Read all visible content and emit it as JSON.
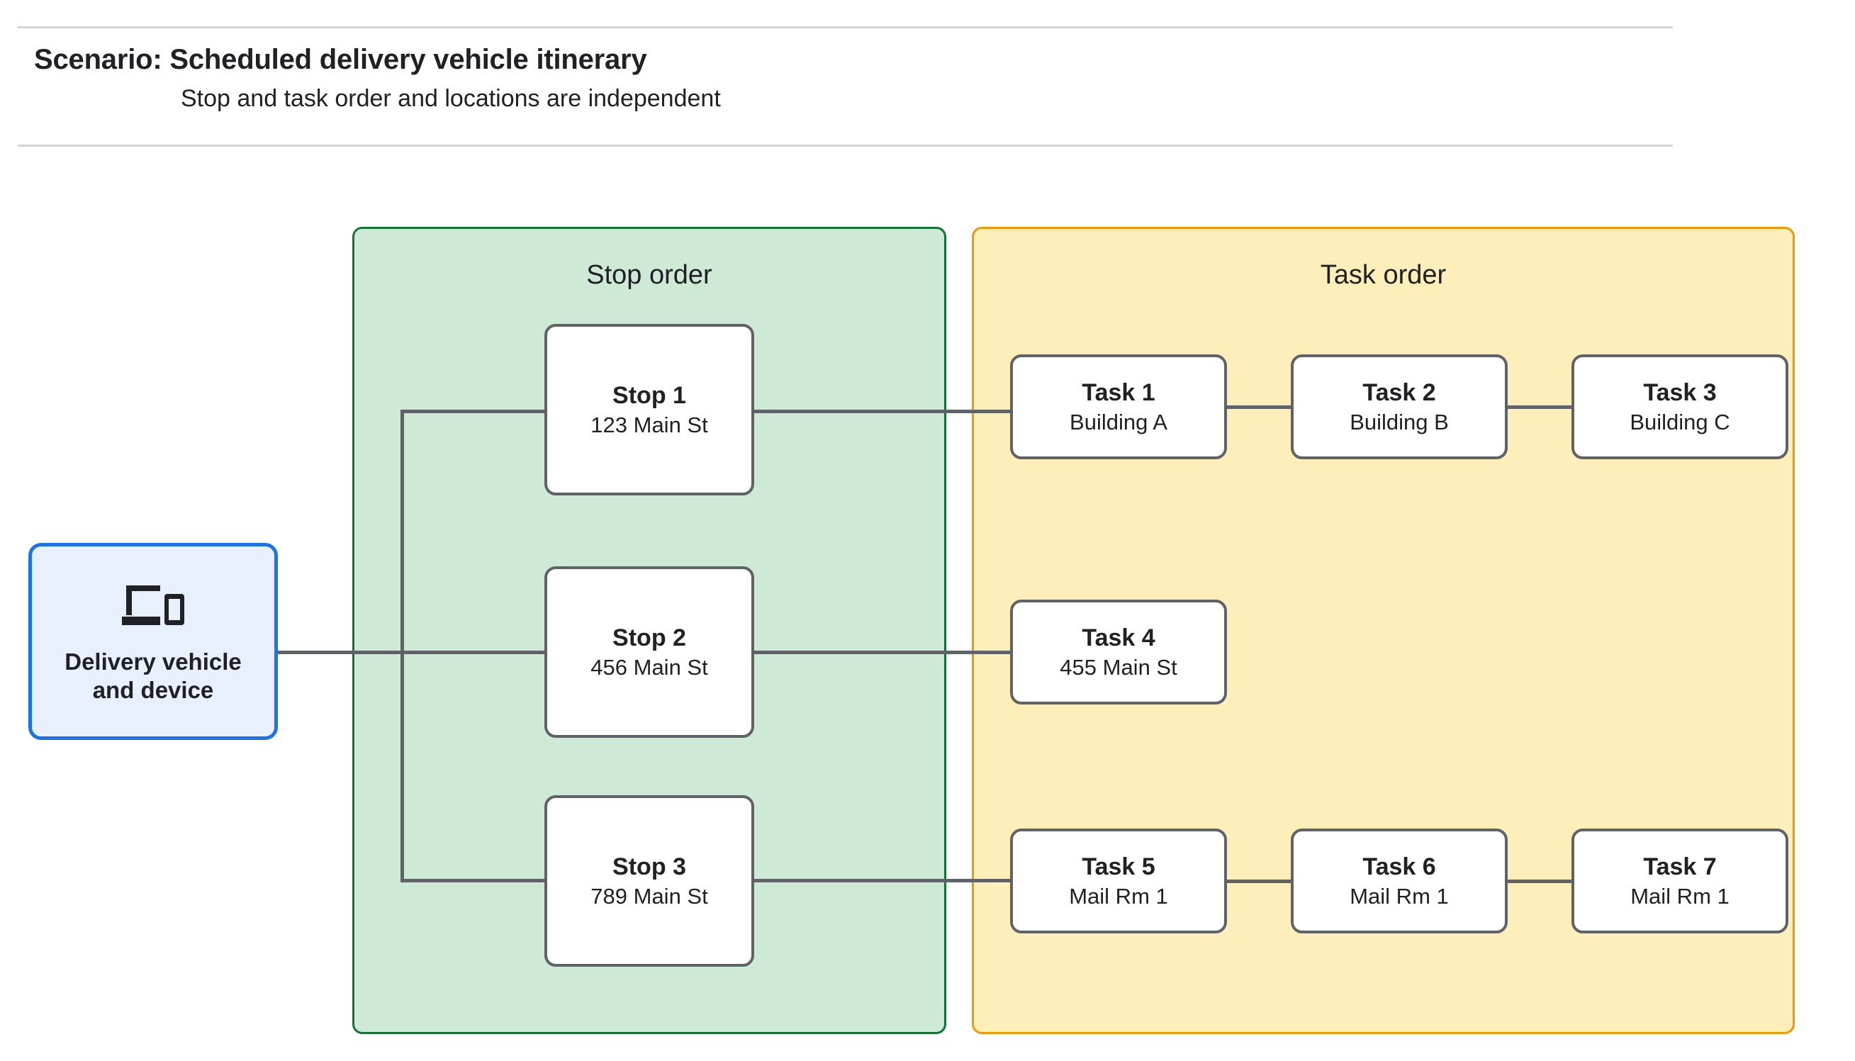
{
  "header": {
    "title": "Scenario: Scheduled delivery vehicle itinerary",
    "subtitle": "Stop and task order and locations are independent"
  },
  "device": {
    "icon": "devices-icon",
    "label": "Delivery vehicle and device",
    "label_line1": "Delivery vehicle",
    "label_line2": "and device",
    "border_color": "#1a73e8",
    "fill_color": "#e8f0fe"
  },
  "stop_panel": {
    "title": "Stop order",
    "fill_color": "#cee9d6",
    "border_color": "#137333",
    "stops": [
      {
        "title": "Stop 1",
        "address": "123 Main St"
      },
      {
        "title": "Stop 2",
        "address": "456 Main St"
      },
      {
        "title": "Stop 3",
        "address": "789 Main St"
      }
    ]
  },
  "task_panel": {
    "title": "Task order",
    "fill_color": "#fdeeba",
    "border_color": "#f29900",
    "rows": [
      {
        "tasks": [
          {
            "title": "Task 1",
            "location": "Building A"
          },
          {
            "title": "Task 2",
            "location": "Building B"
          },
          {
            "title": "Task 3",
            "location": "Building C"
          }
        ]
      },
      {
        "tasks": [
          {
            "title": "Task 4",
            "location": "455 Main St"
          }
        ]
      },
      {
        "tasks": [
          {
            "title": "Task 5",
            "location": "Mail Rm 1"
          },
          {
            "title": "Task 6",
            "location": "Mail Rm 1"
          },
          {
            "title": "Task 7",
            "location": "Mail Rm 1"
          }
        ]
      }
    ]
  },
  "colors": {
    "node_border": "#5f6368",
    "connector": "#5f6368",
    "rule": "#d3d3d3",
    "text": "#202124"
  }
}
